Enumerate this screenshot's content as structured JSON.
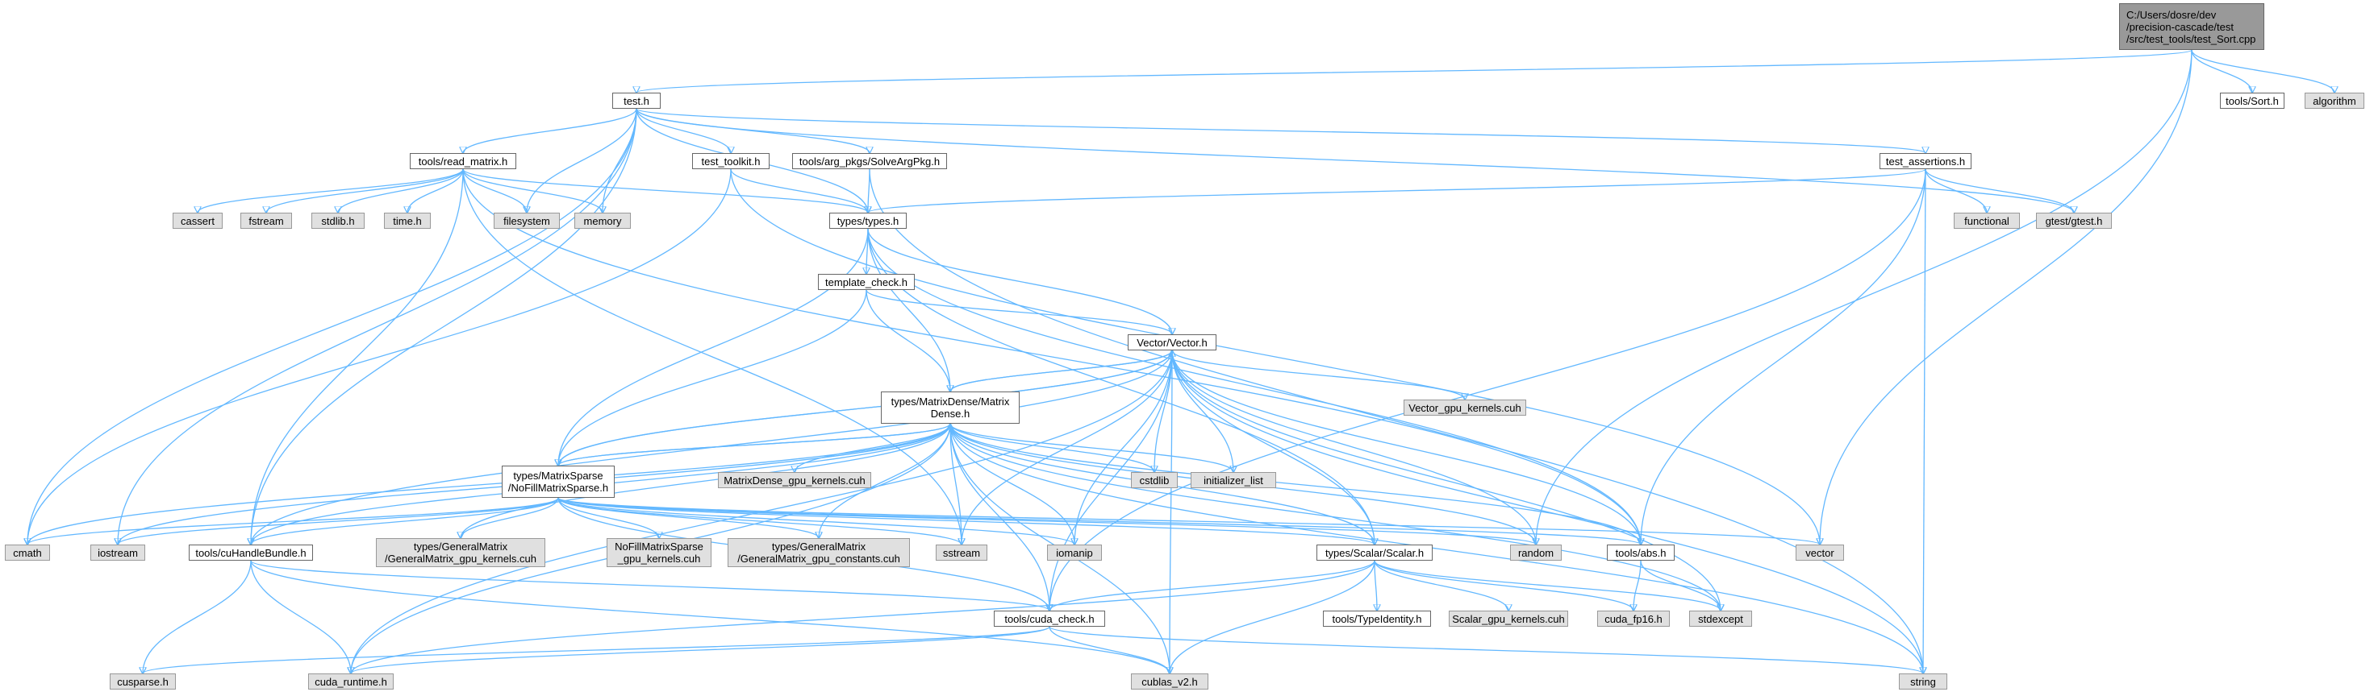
{
  "graph": {
    "colors": {
      "edge": "#63b8ff",
      "system_header_fill": "#e0e0e0",
      "local_header_fill": "#ffffff",
      "root_fill": "#999999",
      "border": "#999999"
    },
    "nodes": {
      "root": {
        "label": "C:/Users/dosre/dev\n/precision-cascade/test\n/src/test_tools/test_Sort.cpp",
        "kind": "root"
      },
      "test_h": {
        "label": "test.h",
        "kind": "local"
      },
      "tools_sort_h": {
        "label": "tools/Sort.h",
        "kind": "local"
      },
      "algorithm": {
        "label": "algorithm",
        "kind": "system"
      },
      "tools_read_matrix_h": {
        "label": "tools/read_matrix.h",
        "kind": "local"
      },
      "test_toolkit_h": {
        "label": "test_toolkit.h",
        "kind": "local"
      },
      "solve_arg_pkg_h": {
        "label": "tools/arg_pkgs/SolveArgPkg.h",
        "kind": "local"
      },
      "test_assertions_h": {
        "label": "test_assertions.h",
        "kind": "local"
      },
      "cassert": {
        "label": "cassert",
        "kind": "system"
      },
      "fstream": {
        "label": "fstream",
        "kind": "system"
      },
      "stdlib_h": {
        "label": "stdlib.h",
        "kind": "system"
      },
      "time_h": {
        "label": "time.h",
        "kind": "system"
      },
      "filesystem": {
        "label": "filesystem",
        "kind": "system"
      },
      "memory": {
        "label": "memory",
        "kind": "system"
      },
      "types_types_h": {
        "label": "types/types.h",
        "kind": "local"
      },
      "functional": {
        "label": "functional",
        "kind": "system"
      },
      "gtest_h": {
        "label": "gtest/gtest.h",
        "kind": "system"
      },
      "template_check_h": {
        "label": "template_check.h",
        "kind": "local"
      },
      "vector_h": {
        "label": "Vector/Vector.h",
        "kind": "local"
      },
      "vector_gpu_kernels": {
        "label": "Vector_gpu_kernels.cuh",
        "kind": "system"
      },
      "matrix_dense_h": {
        "label": "types/MatrixDense/Matrix\nDense.h",
        "kind": "local"
      },
      "matrix_dense_gpu_kernels": {
        "label": "MatrixDense_gpu_kernels.cuh",
        "kind": "system"
      },
      "cstdlib": {
        "label": "cstdlib",
        "kind": "system"
      },
      "initializer_list": {
        "label": "initializer_list",
        "kind": "system"
      },
      "matrix_sparse_h": {
        "label": "types/MatrixSparse\n/NoFillMatrixSparse.h",
        "kind": "local"
      },
      "cmath": {
        "label": "cmath",
        "kind": "system"
      },
      "iostream": {
        "label": "iostream",
        "kind": "system"
      },
      "cu_handle_bundle_h": {
        "label": "tools/cuHandleBundle.h",
        "kind": "local"
      },
      "general_matrix_kernels": {
        "label": "types/GeneralMatrix\n/GeneralMatrix_gpu_kernels.cuh",
        "kind": "system"
      },
      "nofill_sparse_kernels": {
        "label": "NoFillMatrixSparse\n_gpu_kernels.cuh",
        "kind": "system"
      },
      "general_matrix_constants": {
        "label": "types/GeneralMatrix\n/GeneralMatrix_gpu_constants.cuh",
        "kind": "system"
      },
      "sstream": {
        "label": "sstream",
        "kind": "system"
      },
      "iomanip": {
        "label": "iomanip",
        "kind": "system"
      },
      "scalar_h": {
        "label": "types/Scalar/Scalar.h",
        "kind": "local"
      },
      "random": {
        "label": "random",
        "kind": "system"
      },
      "tools_abs_h": {
        "label": "tools/abs.h",
        "kind": "local"
      },
      "vector_std": {
        "label": "vector",
        "kind": "system"
      },
      "cuda_check_h": {
        "label": "tools/cuda_check.h",
        "kind": "local"
      },
      "type_identity_h": {
        "label": "tools/TypeIdentity.h",
        "kind": "local"
      },
      "scalar_gpu_kernels": {
        "label": "Scalar_gpu_kernels.cuh",
        "kind": "system"
      },
      "cuda_fp16_h": {
        "label": "cuda_fp16.h",
        "kind": "system"
      },
      "stdexcept": {
        "label": "stdexcept",
        "kind": "system"
      },
      "cusparse_h": {
        "label": "cusparse.h",
        "kind": "system"
      },
      "cuda_runtime_h": {
        "label": "cuda_runtime.h",
        "kind": "system"
      },
      "cublas_v2_h": {
        "label": "cublas_v2.h",
        "kind": "system"
      },
      "string": {
        "label": "string",
        "kind": "system"
      }
    }
  }
}
